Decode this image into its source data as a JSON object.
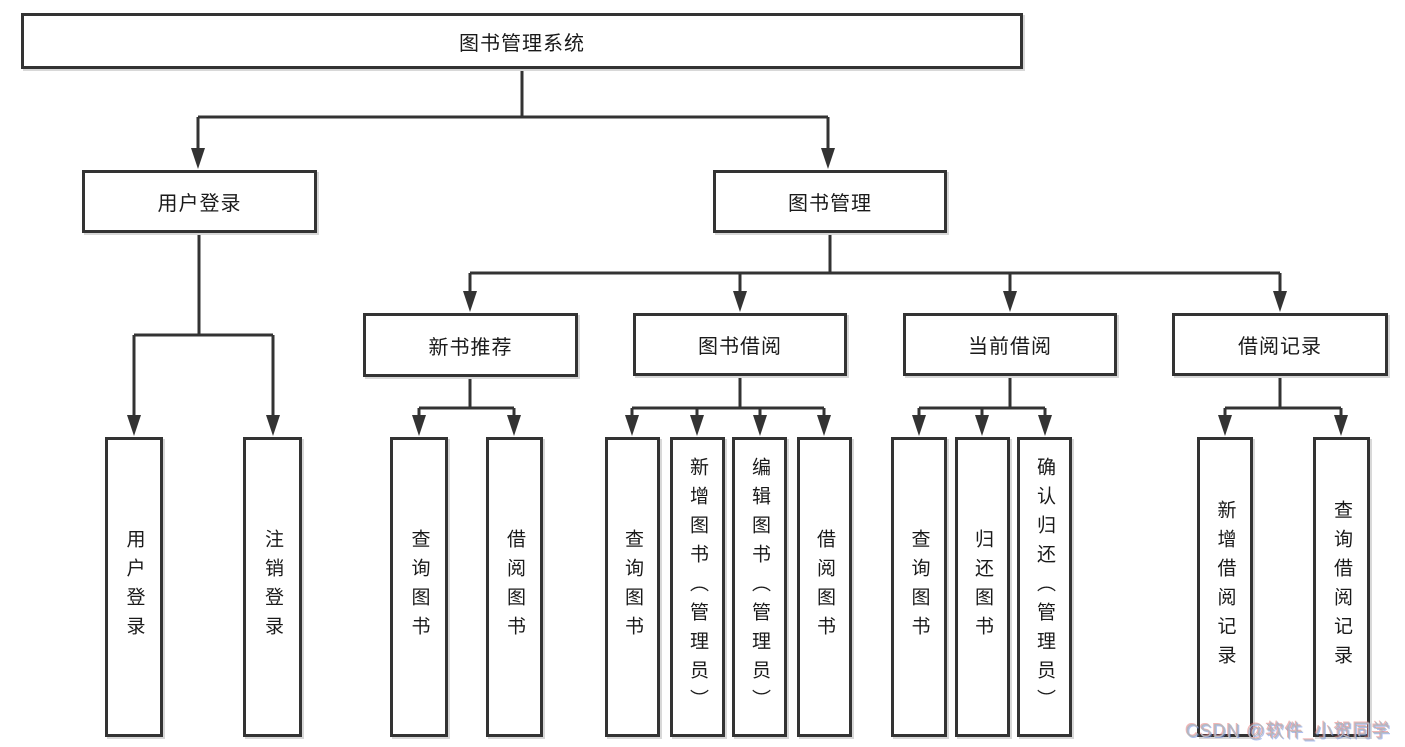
{
  "nodes": {
    "root": {
      "label": "图书管理系统"
    },
    "user_login": {
      "label": "用户登录"
    },
    "book_mgmt": {
      "label": "图书管理"
    },
    "new_book_rec": {
      "label": "新书推荐"
    },
    "book_borrow": {
      "label": "图书借阅"
    },
    "current_borrow": {
      "label": "当前借阅"
    },
    "borrow_records": {
      "label": "借阅记录"
    },
    "leaf_user_login": {
      "label": "用户登录"
    },
    "leaf_logout": {
      "label": "注销登录"
    },
    "leaf_query_books_rec": {
      "label": "查询图书"
    },
    "leaf_borrow_books_rec": {
      "label": "借阅图书"
    },
    "leaf_query_books_borrow": {
      "label": "查询图书"
    },
    "leaf_add_books": {
      "label": "新增图书（管理员）"
    },
    "leaf_edit_books": {
      "label": "编辑图书（管理员）"
    },
    "leaf_borrow_books_borrow": {
      "label": "借阅图书"
    },
    "leaf_query_books_current": {
      "label": "查询图书"
    },
    "leaf_return_books": {
      "label": "归还图书"
    },
    "leaf_confirm_return": {
      "label": "确认归还（管理员）"
    },
    "leaf_add_record": {
      "label": "新增借阅记录"
    },
    "leaf_query_record": {
      "label": "查询借阅记录"
    }
  },
  "watermark": {
    "text": "CSDN @软件_小贺同学"
  },
  "colors": {
    "line": "#333333",
    "box_border": "#333333",
    "text": "#1a1a1a",
    "background": "#ffffff",
    "watermark_gray": "#b4b7be"
  }
}
